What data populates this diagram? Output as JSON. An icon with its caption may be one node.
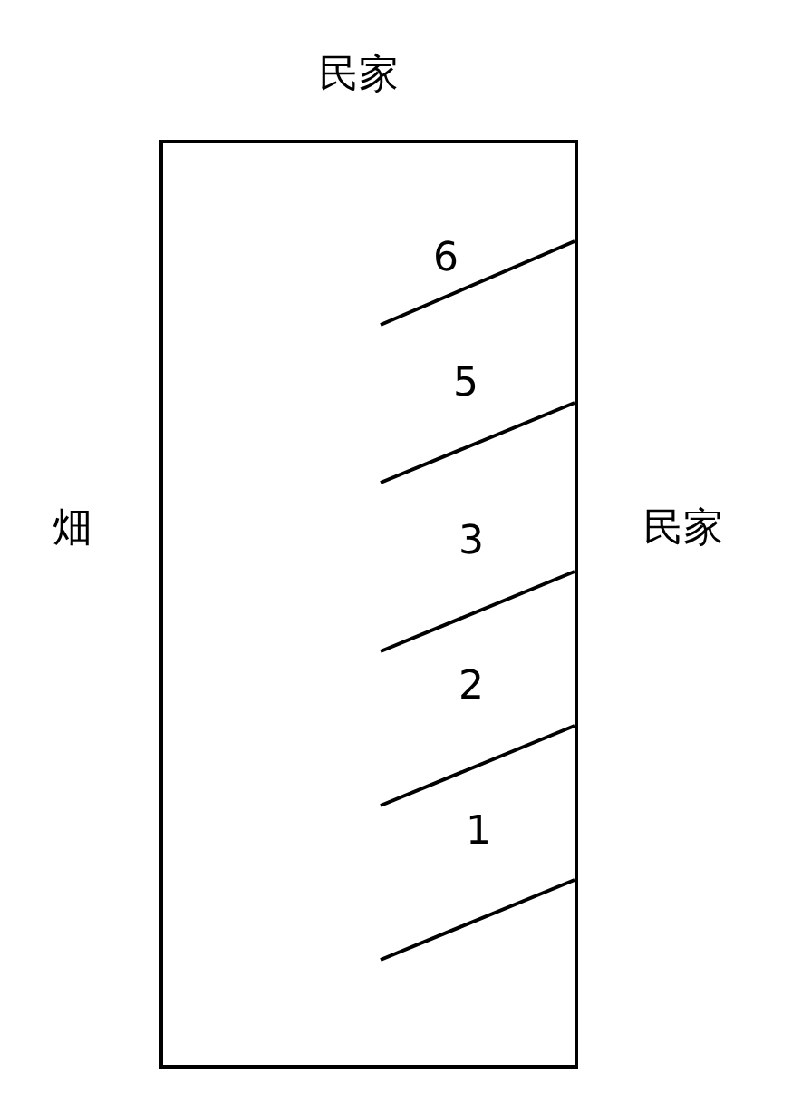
{
  "diagram": {
    "labels": [
      "民家",
      "畑",
      "民家",
      "6",
      "5",
      "3",
      "2",
      "1"
    ]
  }
}
